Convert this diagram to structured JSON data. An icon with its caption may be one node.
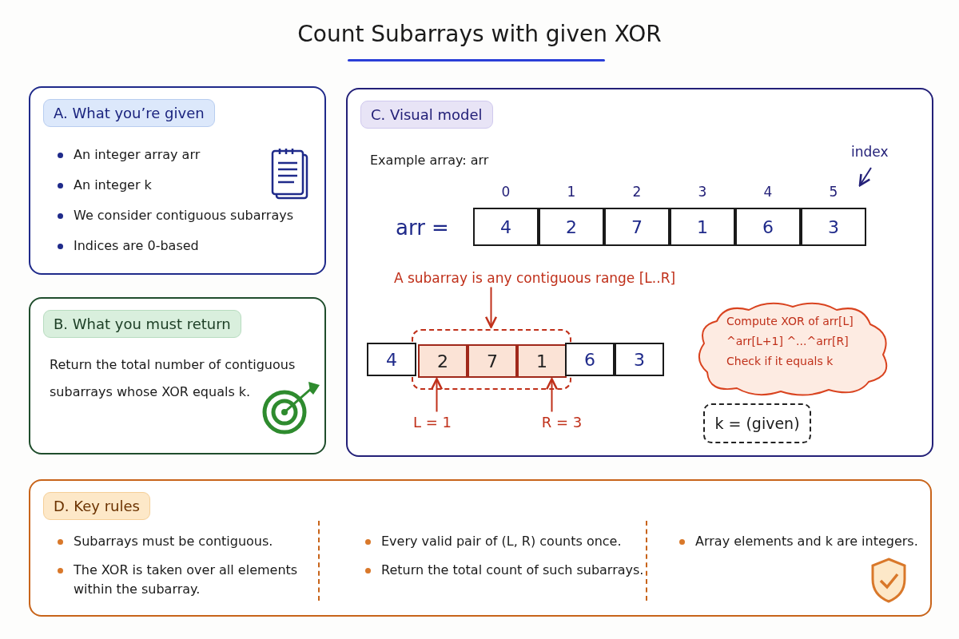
{
  "diagram": {
    "title": "Count Subarrays with given XOR",
    "nodes": [
      {
        "text": [
          "A. What you’re given",
          "An integer array arr",
          "An integer k",
          "We consider contiguous subarrays",
          "Indices are 0-based"
        ]
      },
      {
        "text": [
          "B. What you must return",
          "Return the total number of contiguous subarrays whose XOR equals k."
        ]
      },
      {
        "text": [
          "C. Visual model",
          "Example array: arr"
        ]
      },
      {
        "text": [
          "4"
        ],
        "in": 2,
        "beside": [
          "0"
        ]
      },
      {
        "text": [
          "2"
        ],
        "in": 2,
        "beside": [
          "1"
        ]
      },
      {
        "text": [
          "7"
        ],
        "in": 2,
        "beside": [
          "2"
        ]
      },
      {
        "text": [
          "1"
        ],
        "in": 2,
        "beside": [
          "3"
        ]
      },
      {
        "text": [
          "6"
        ],
        "in": 2,
        "beside": [
          "4"
        ]
      },
      {
        "text": [
          "3"
        ],
        "in": 2,
        "beside": [
          "5"
        ]
      },
      {
        "text": [
          "A subarray is any contiguous range [L..R]"
        ],
        "in": 2
      },
      {
        "text": [],
        "shape": "box",
        "in": 2
      },
      {
        "text": [
          "4"
        ],
        "in": 2
      },
      {
        "text": [
          "2"
        ],
        "in": 10
      },
      {
        "text": [
          "7"
        ],
        "in": 10
      },
      {
        "text": [
          "1"
        ],
        "in": 10
      },
      {
        "text": [
          "6"
        ],
        "in": 2
      },
      {
        "text": [
          "3"
        ],
        "in": 2
      },
      {
        "text": [
          "L = 1"
        ],
        "in": 2
      },
      {
        "text": [
          "R = 3"
        ],
        "in": 2
      },
      {
        "text": [
          "Compute XOR of arr[L] ^arr[L+1] ^...^arr[R]",
          "Check if it equals k"
        ],
        "in": 2
      },
      {
        "text": [
          "k = (given)"
        ],
        "in": 2
      },
      {
        "text": [
          "D. Key rules",
          "Subarrays must be contiguous.",
          "The XOR is taken over all elements within the subarray.",
          "Every valid pair of (L, R) counts once.",
          "Return the total count of such subarrays.",
          "Array elements and k are integers."
        ]
      }
    ],
    "edges": [
      {
        "from": 9,
        "to": 10,
        "arrow": "to"
      },
      {
        "from": 17,
        "to": 12,
        "arrow": "to"
      },
      {
        "from": 18,
        "to": 14,
        "arrow": "to"
      }
    ],
    "labels": [
      "arr =",
      "index"
    ]
  }
}
